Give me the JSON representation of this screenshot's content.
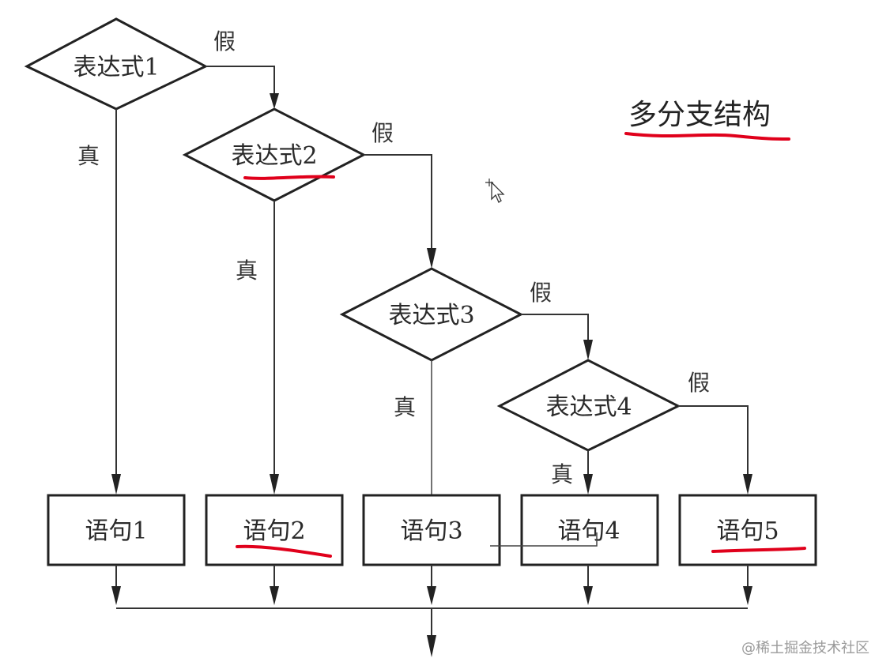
{
  "title": "多分支结构",
  "decisions": [
    {
      "id": "d1",
      "label": "表达式1"
    },
    {
      "id": "d2",
      "label": "表达式2"
    },
    {
      "id": "d3",
      "label": "表达式3"
    },
    {
      "id": "d4",
      "label": "表达式4"
    }
  ],
  "statements": [
    {
      "id": "s1",
      "label": "语句1"
    },
    {
      "id": "s2",
      "label": "语句2"
    },
    {
      "id": "s3",
      "label": "语句3"
    },
    {
      "id": "s4",
      "label": "语句4"
    },
    {
      "id": "s5",
      "label": "语句5"
    }
  ],
  "edge_labels": {
    "true": "真",
    "false": "假"
  },
  "watermark": "@稀土掘金技术社区",
  "colors": {
    "annotation": "#e0001b",
    "stroke": "#222222"
  }
}
